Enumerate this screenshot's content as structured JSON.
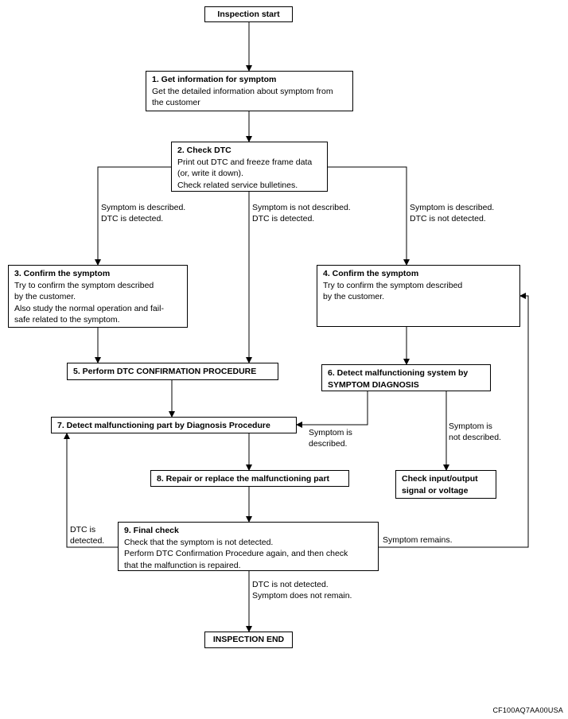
{
  "flow": {
    "start": "Inspection start",
    "step1": {
      "title": "1. Get information for symptom",
      "body": "Get the detailed information about symptom from\nthe customer"
    },
    "step2": {
      "title": "2. Check DTC",
      "body": "Print out DTC and freeze frame data\n(or, write it down).\nCheck related service bulletines."
    },
    "step3": {
      "title": "3. Confirm the symptom",
      "body": "Try to confirm the symptom described\nby the customer.\nAlso study the normal operation and fail-\nsafe related to the symptom."
    },
    "step4": {
      "title": "4. Confirm the symptom",
      "body": "Try to confirm the symptom described\nby the customer."
    },
    "step5": {
      "title": "5. Perform DTC CONFIRMATION PROCEDURE"
    },
    "step6": {
      "title": "6. Detect malfunctioning system by\nSYMPTOM DIAGNOSIS"
    },
    "step7": {
      "title": "7. Detect malfunctioning part by Diagnosis Procedure"
    },
    "step8": {
      "title": "8. Repair or replace the malfunctioning part"
    },
    "step9": {
      "title": "9. Final check",
      "body": "Check that the symptom is not detected.\nPerform DTC Confirmation Procedure again, and then check\nthat the malfunction is repaired."
    },
    "check_io": "Check input/output\nsignal or voltage",
    "end": "INSPECTION END"
  },
  "labels": {
    "left_branch": "Symptom is described.\nDTC is detected.",
    "middle_branch": "Symptom is not described.\nDTC is detected.",
    "right_branch": "Symptom is described.\nDTC is not detected.",
    "step6_described": "Symptom is\ndescribed.",
    "step6_not_described": "Symptom is\nnot described.",
    "dtc_detected": "DTC is\ndetected.",
    "symptom_remains": "Symptom remains.",
    "final_ok": "DTC is not detected.\nSymptom does not remain."
  },
  "figure_code": "CF100AQ7AA00USA"
}
